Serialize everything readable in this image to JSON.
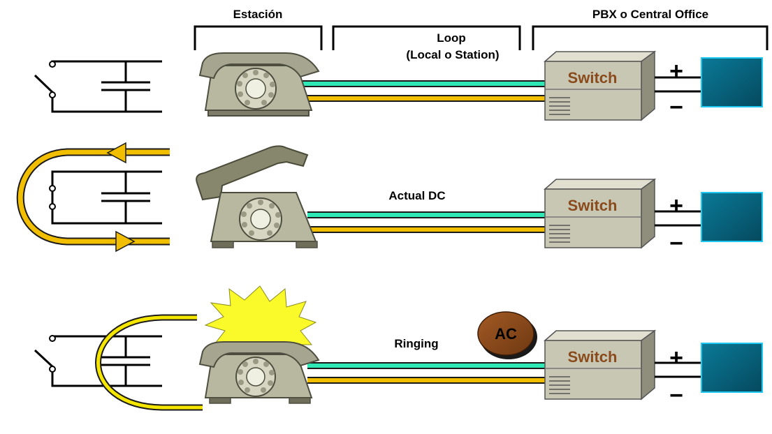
{
  "headers": {
    "station": "Estación",
    "loop_line1": "Loop",
    "loop_line2": "(Local o Station)",
    "pbx": "PBX o Central Office"
  },
  "rows": [
    {
      "state": "on-hook",
      "label": "",
      "switch_label": "Switch",
      "plus": "+",
      "minus": "−"
    },
    {
      "state": "off-hook",
      "label": "Actual DC",
      "switch_label": "Switch",
      "plus": "+",
      "minus": "−"
    },
    {
      "state": "ringing",
      "label": "Ringing",
      "switch_label": "Switch",
      "plus": "+",
      "minus": "−",
      "source": "AC"
    }
  ],
  "colors": {
    "tip_wire": "#2ee8b6",
    "ring_wire": "#f2bf00",
    "phone_body": "#b8b8a0",
    "switch_box": "#c8c7b4",
    "battery": "#0e6680",
    "current_arrow": "#f2bf00",
    "ring_arc": "#f5e600",
    "burst": "#fafa2a",
    "ac_source": "#8b4a1e"
  }
}
